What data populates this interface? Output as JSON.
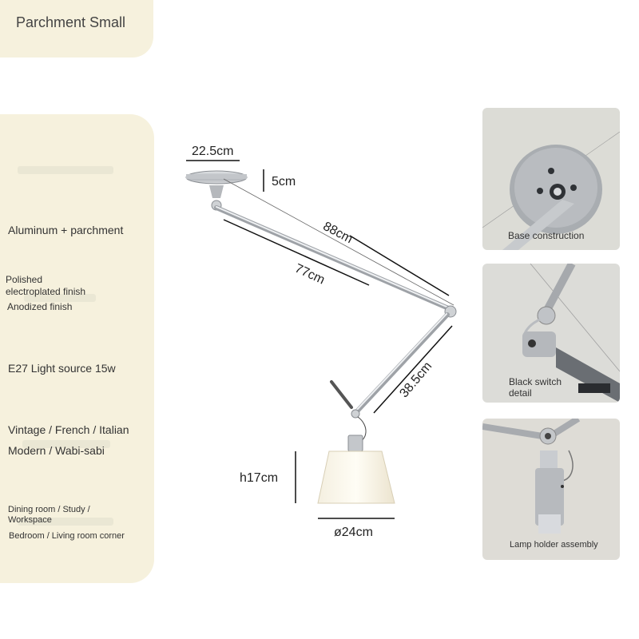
{
  "header": {
    "title": "Parchment Small"
  },
  "specs": {
    "material": "Aluminum + parchment",
    "finish_1": "Polished",
    "finish_2": "electroplated finish",
    "finish_3": "Anodized finish",
    "light": "E27 Light source 15w",
    "style_1": "Vintage / French / Italian",
    "style_2": "Modern / Wabi-sabi",
    "room_1": "Dining room / Study /",
    "room_2": "Workspace",
    "room_3": "Bedroom / Living room corner"
  },
  "dimensions": {
    "base_width": "22.5cm",
    "base_height": "5cm",
    "upper_arm_outer": "88cm",
    "upper_arm_inner": "77cm",
    "lower_arm": "38.5cm",
    "shade_height": "h17cm",
    "shade_diameter": "ø24cm"
  },
  "details": [
    {
      "caption": "Base construction"
    },
    {
      "caption_1": "Black switch",
      "caption_2": "detail"
    },
    {
      "caption": "Lamp holder assembly"
    }
  ],
  "colors": {
    "panel": "#f6f1dd",
    "photo_bg": "#dcdcd8",
    "metal": "#b9bcc0"
  }
}
